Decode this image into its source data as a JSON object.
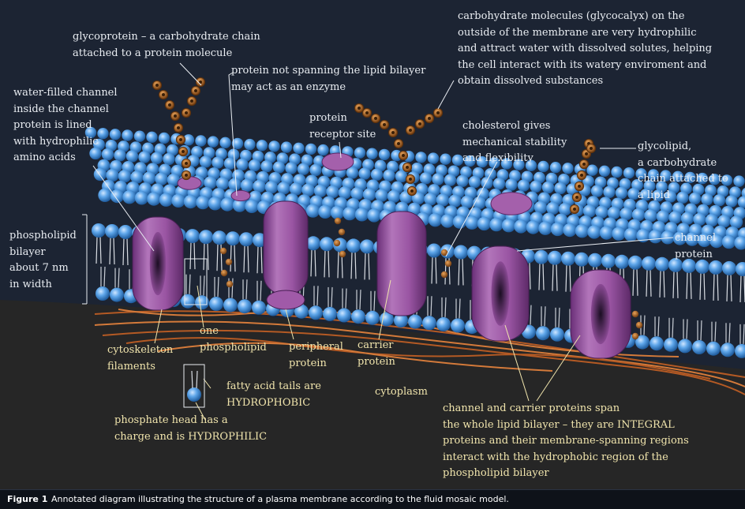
{
  "labels": {
    "glycoprotein": "glycoprotein – a carbohydrate chain\nattached to a protein molecule",
    "glycocalyx": "carbohydrate molecules (glycocalyx) on the\noutside of the membrane are very hydrophilic\nand attract water with dissolved solutes, helping\nthe cell interact with its watery enviroment and\nobtain dissolved substances",
    "water_channel": "water-filled channel\ninside the channel\nprotein is lined\nwith hydrophilic\namino acids",
    "enzyme_protein": "protein not spanning the lipid bilayer\nmay act as an enzyme",
    "receptor": "protein\nreceptor site",
    "cholesterol": "cholesterol gives\nmechanical stability\nand flexibility",
    "glycolipid": "glycolipid,\na carbohydrate\nchain attached to\na lipid",
    "bilayer": "phospholipid\nbilayer\nabout 7 nm\nin width",
    "channel_protein": "channel\nprotein",
    "cytoskeleton": "cytoskeleton\nfilaments",
    "one_phospholipid": "one\nphospholipid",
    "peripheral": "peripheral\nprotein",
    "carrier": "carrier\nprotein",
    "fatty_acid": "fatty acid tails are\nHYDROPHOBIC",
    "cytoplasm": "cytoplasm",
    "phosphate": "phosphate head has a\ncharge and is HYDROPHILIC",
    "integral": "channel and carrier proteins span\nthe whole lipid bilayer – they are INTEGRAL\nproteins and their membrane-spanning regions\ninteract with the hydrophobic region of the\nphospholipid bilayer"
  },
  "caption": {
    "label": "Figure 1",
    "text": "Annotated diagram illustrating the structure of a plasma membrane according to the fluid mosaic model."
  },
  "colors": {
    "background": "#1c2433",
    "phospholipid_head": "#4f97de",
    "protein": "#a05aa8",
    "carbohydrate": "#b06a28",
    "cytoskeleton": "#c8692f",
    "label_yellow": "#f0e4ac",
    "label_white": "#e9edf2"
  }
}
